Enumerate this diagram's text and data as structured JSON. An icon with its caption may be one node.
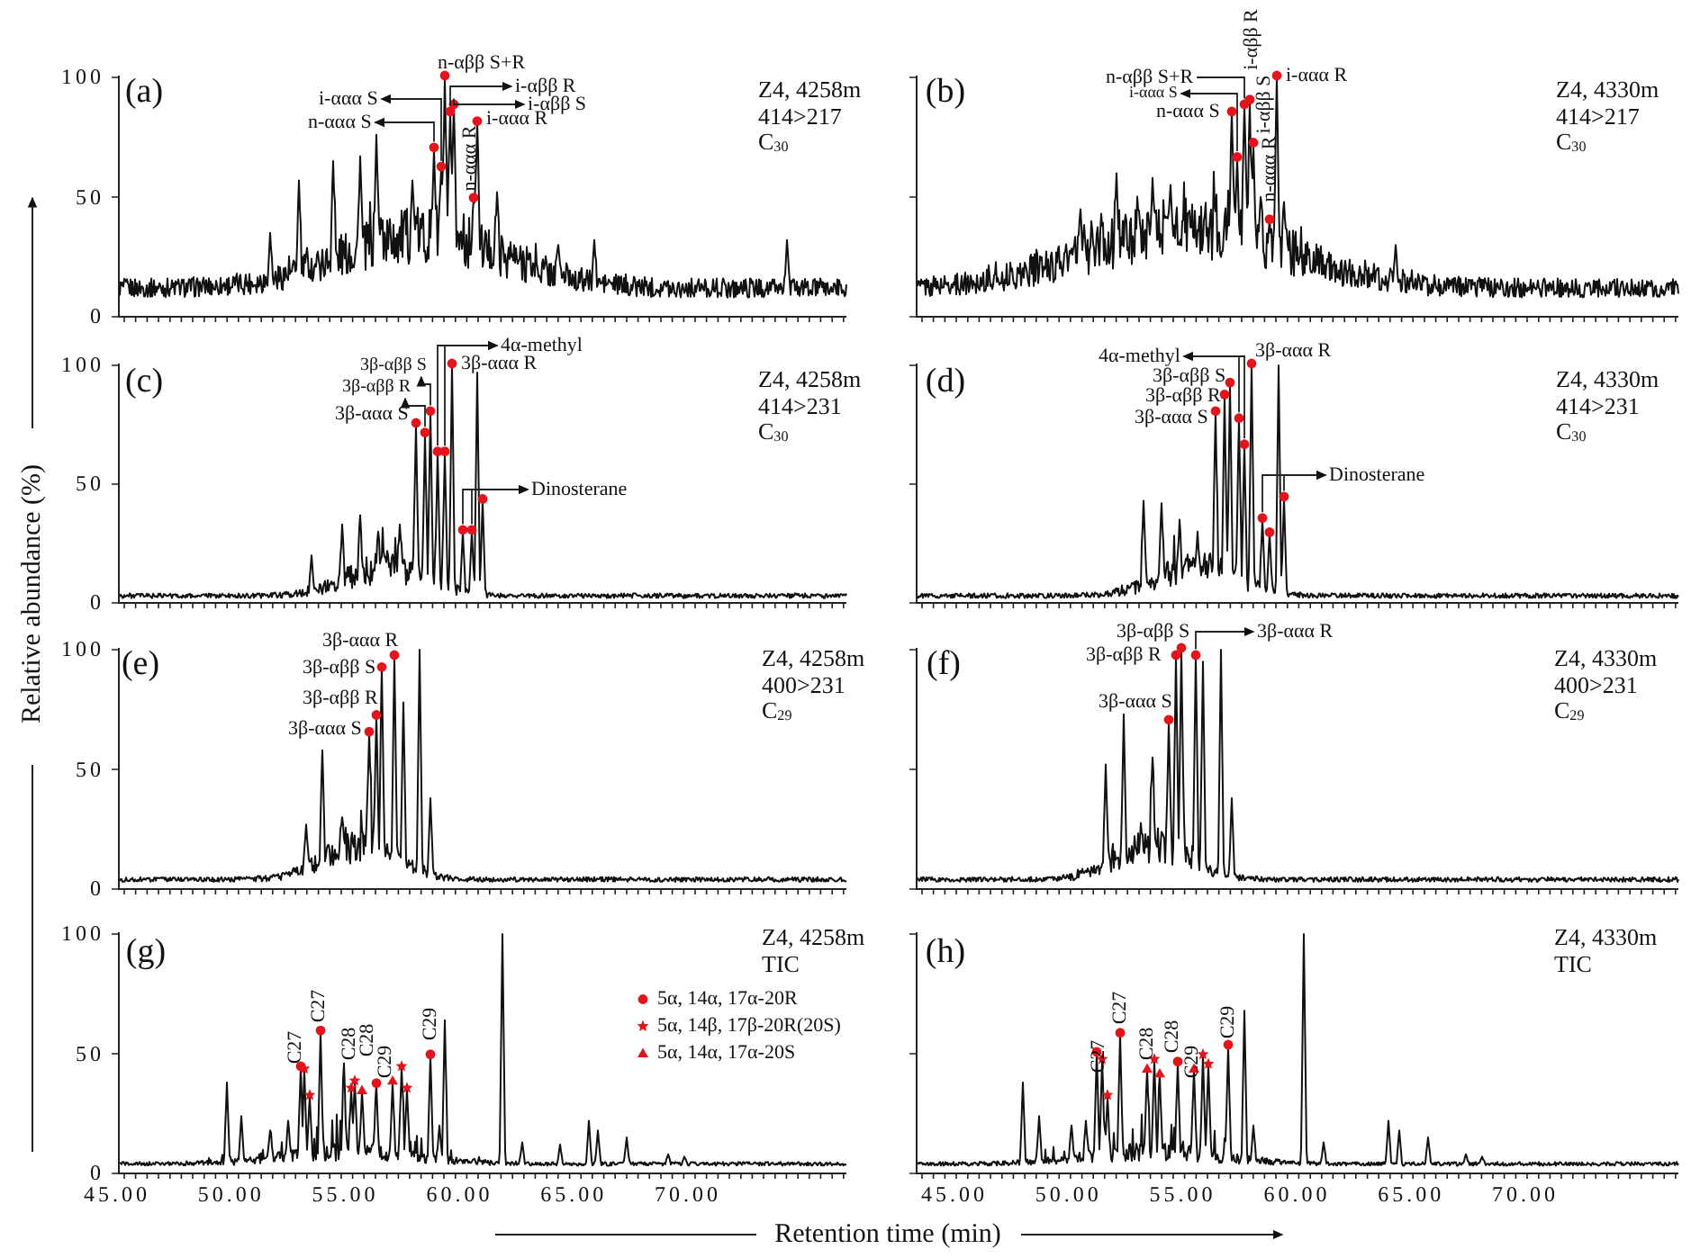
{
  "diagram": {
    "nodes": [
      {
        "text": [
          "i-αββ R"
        ]
      },
      {
        "text": [
          "i-αββ S"
        ]
      },
      {
        "text": [
          "i-ααα S"
        ]
      },
      {
        "text": [
          "n-ααα S"
        ]
      },
      {
        "text": [
          "n-αββ S+R"
        ]
      },
      {
        "text": [
          "i-ααα S"
        ]
      },
      {
        "text": [
          "4α-methyl"
        ]
      },
      {
        "text": [
          "3β-αββ S"
        ]
      },
      {
        "text": [
          "3β-αββ R"
        ]
      },
      {
        "text": [
          "Dinosterane"
        ]
      },
      {
        "text": [
          "4α-methyl"
        ]
      },
      {
        "text": [
          "Dinosterane"
        ]
      },
      {
        "text": [
          "3β-ααα R"
        ]
      },
      {
        "text": [],
        "shape": "circle"
      },
      {
        "text": [],
        "shape": "circle"
      },
      {
        "text": [],
        "shape": "circle"
      },
      {
        "text": [],
        "shape": "circle"
      },
      {
        "text": [],
        "shape": "circle"
      },
      {
        "text": [],
        "shape": "circle"
      },
      {
        "text": [],
        "shape": "circle"
      },
      {
        "text": [],
        "shape": "circle"
      },
      {
        "text": [],
        "shape": "circle"
      },
      {
        "text": [],
        "shape": "circle"
      },
      {
        "text": [],
        "shape": "circle"
      },
      {
        "text": [],
        "shape": "circle"
      },
      {
        "text": [],
        "shape": "circle"
      },
      {
        "text": [],
        "shape": "circle"
      },
      {
        "text": [],
        "shape": "circle"
      },
      {
        "text": [],
        "shape": "circle"
      },
      {
        "text": [],
        "shape": "circle"
      }
    ],
    "edges": [
      {
        "from": 13,
        "to": 0,
        "arrow": "to"
      },
      {
        "from": 14,
        "to": 1,
        "arrow": "to"
      },
      {
        "from": 15,
        "to": 2,
        "arrow": "to"
      },
      {
        "from": 16,
        "to": 3,
        "arrow": "to"
      },
      {
        "from": 17,
        "to": 4,
        "arrow": "none"
      },
      {
        "from": 18,
        "to": 5,
        "arrow": "to"
      },
      {
        "from": 19,
        "to": 6,
        "arrow": "to"
      },
      {
        "from": 20,
        "to": 6,
        "arrow": "to"
      },
      {
        "from": 21,
        "to": 7,
        "arrow": "to"
      },
      {
        "from": 22,
        "to": 8,
        "arrow": "to"
      },
      {
        "from": 23,
        "to": 9,
        "arrow": "to"
      },
      {
        "from": 24,
        "to": 9,
        "arrow": "to"
      },
      {
        "from": 25,
        "to": 10,
        "arrow": "to"
      },
      {
        "from": 26,
        "to": 10,
        "arrow": "to"
      },
      {
        "from": 27,
        "to": 11,
        "arrow": "to"
      },
      {
        "from": 28,
        "to": 11,
        "arrow": "to"
      },
      {
        "from": 29,
        "to": 12,
        "arrow": "to"
      }
    ],
    "labels": [
      "(a)",
      "100",
      "50",
      "0",
      "Z4, 4258m",
      "414>217",
      "C$_{30}$",
      "n-αββ S+R",
      "i-ααα R",
      "n-ααα R",
      "(b)",
      "Z4, 4330m",
      "414>217",
      "C$_{30}$",
      "n-ααα S",
      "i-αββ R",
      "i-αββ S",
      "n-ααα R",
      "i-ααα R",
      "(c)",
      "100",
      "50",
      "0",
      "Z4, 4258m",
      "414>231",
      "C$_{30}$",
      "3β-ααα R",
      "3β-ααα S",
      "(d)",
      "Z4, 4330m",
      "414>231",
      "C$_{30}$",
      "3β-ααα R",
      "3β-αββ S",
      "3β-αββ R",
      "3β-ααα S",
      "(e)",
      "100",
      "50",
      "0",
      "Z4, 4258m",
      "400>231",
      "C$_{29}$",
      "3β-ααα R",
      "3β-αββ S",
      "3β-αββ R",
      "3β-ααα S",
      "(f)",
      "Z4, 4330m",
      "400>231",
      "C$_{29}$",
      "3β-αββ S",
      "3β-αββ R",
      "3β-ααα S",
      "(g)",
      "100",
      "50",
      "0",
      "Z4, 4258m",
      "TIC",
      "C27",
      "C27",
      "C28",
      "C28",
      "C29",
      "C29",
      "45.00",
      "50.00",
      "55.00",
      "60.00",
      "65.00",
      "70.00",
      "(h)",
      "Z4, 4330m",
      "TIC",
      "C27",
      "C27",
      "C28",
      "C28",
      "C29",
      "C29",
      "45.00",
      "50.00",
      "55.00",
      "60.00",
      "65.00",
      "70.00",
      "Relative abundance (%)",
      "Retention time (min)"
    ],
    "legend": [
      {
        "text": "5α, 14α, 17α-20R"
      },
      {
        "text": "5α, 14β, 17β-20R(20S)"
      },
      {
        "text": "5α, 14α, 17α-20S"
      }
    ]
  }
}
